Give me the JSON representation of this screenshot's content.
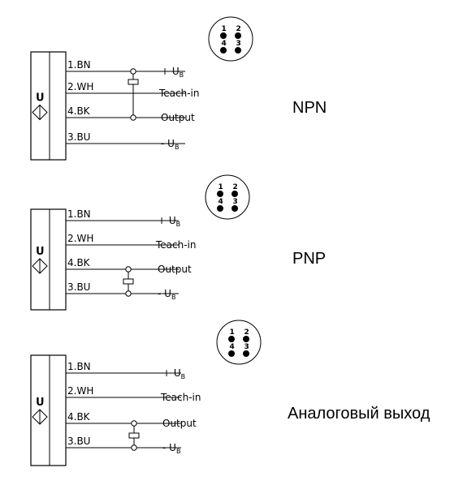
{
  "sensor_symbol": "U",
  "connector_pins": [
    "1",
    "2",
    "4",
    "3"
  ],
  "sections": [
    {
      "title": "NPN",
      "wires": [
        {
          "id": "1.BN",
          "signal_main": "+ U",
          "signal_sub": "B"
        },
        {
          "id": "2.WH",
          "signal_main": "Teach-in",
          "signal_sub": ""
        },
        {
          "id": "4.BK",
          "signal_main": "Output",
          "signal_sub": ""
        },
        {
          "id": "3.BU",
          "signal_main": "- U",
          "signal_sub": "B"
        }
      ]
    },
    {
      "title": "PNP",
      "wires": [
        {
          "id": "1.BN",
          "signal_main": "+ U",
          "signal_sub": "B"
        },
        {
          "id": "2.WH",
          "signal_main": "Teach-in",
          "signal_sub": ""
        },
        {
          "id": "4.BK",
          "signal_main": "Output",
          "signal_sub": ""
        },
        {
          "id": "3.BU",
          "signal_main": "- U",
          "signal_sub": "B"
        }
      ]
    },
    {
      "title": "Аналоговый выход",
      "wires": [
        {
          "id": "1.BN",
          "signal_main": "+ U",
          "signal_sub": "B"
        },
        {
          "id": "2.WH",
          "signal_main": "Teach-in",
          "signal_sub": ""
        },
        {
          "id": "4.BK",
          "signal_main": "Output",
          "signal_sub": ""
        },
        {
          "id": "3.BU",
          "signal_main": "- U",
          "signal_sub": "B"
        }
      ]
    }
  ]
}
